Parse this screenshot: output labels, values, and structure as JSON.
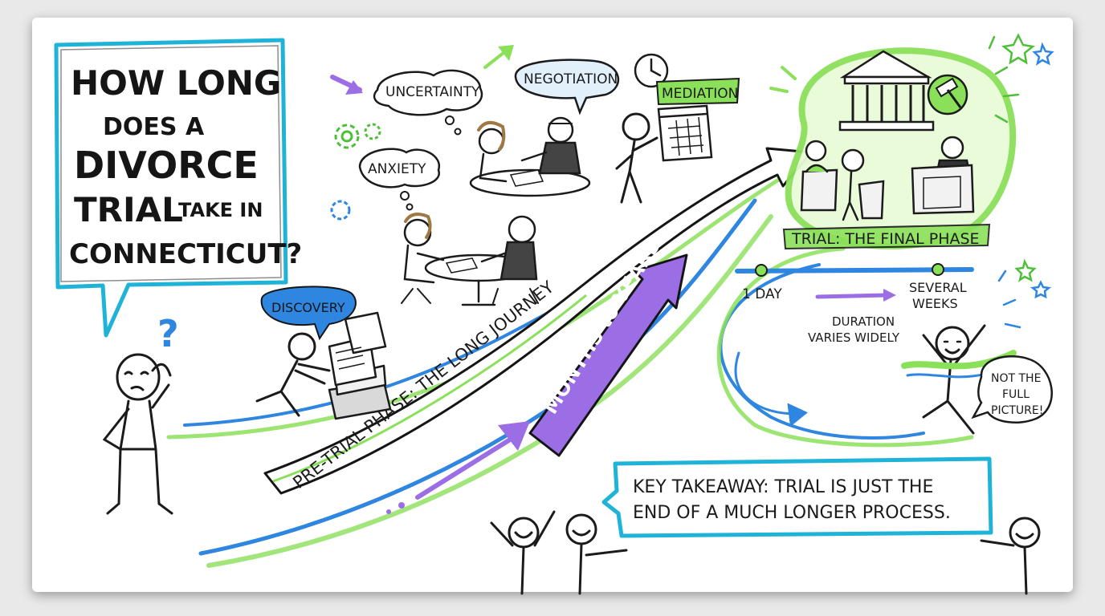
{
  "title": {
    "line1": "HOW LONG",
    "line2": "DOES A",
    "line3": "DIVORCE",
    "line4a": "TRIAL",
    "line4b": "TAKE IN",
    "line5": "CONNECTICUT?"
  },
  "question_mark": "?",
  "bubbles": {
    "uncertainty": "UNCERTAINTY",
    "anxiety": "ANXIETY",
    "negotiation": "NEGOTIATION",
    "mediation": "MEDIATION",
    "discovery": "DISCOVERY"
  },
  "paths": {
    "pretrial": "PRE-TRIAL PHASE: THE LONG JOURNEY",
    "months": "MONTHS to YEARS"
  },
  "trial": {
    "label": "TRIAL: THE FINAL PHASE"
  },
  "timeline": {
    "start": "1 DAY",
    "end_line1": "SEVERAL",
    "end_line2": "WEEKS",
    "note_line1": "DURATION",
    "note_line2": "VARIES WIDELY"
  },
  "note_bubble": {
    "line1": "NOT THE",
    "line2": "FULL",
    "line3": "PICTURE!"
  },
  "takeaway": {
    "line1": "KEY TAKEAWAY: TRIAL IS JUST THE",
    "line2": "END OF A MUCH LONGER PROCESS."
  },
  "colors": {
    "blue": "#2f86e0",
    "green": "#8be05a",
    "purple": "#9c6ee6",
    "frame": "#1fb3d8",
    "ink": "#151515"
  }
}
